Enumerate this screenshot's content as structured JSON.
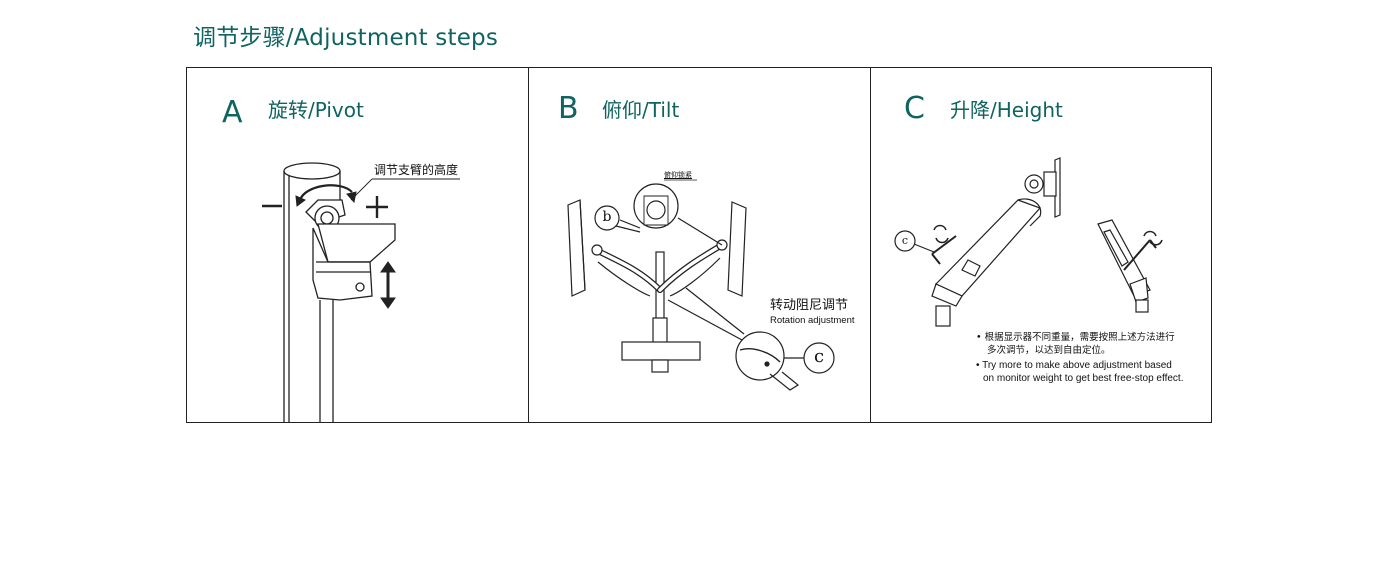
{
  "page": {
    "title": "调节步骤/Adjustment steps"
  },
  "panels": [
    {
      "letter": "A",
      "name": "旋转/Pivot",
      "callout": "调节支臂的高度",
      "minus_symbol": "−",
      "plus_symbol": "+"
    },
    {
      "letter": "B",
      "name": "俯仰/Tilt",
      "callout_small": "俯仰锁紧",
      "marker_b": "b",
      "marker_c": "c",
      "label_cn": "转动阻尼调节",
      "label_en": "Rotation adjustment"
    },
    {
      "letter": "C",
      "name": "升降/Height",
      "marker_c": "c",
      "tip_cn_line1": "• 根据显示器不同重量，需要按照上述方法进行",
      "tip_cn_line2": "多次调节，以达到自由定位。",
      "tip_en_line1": "• Try more to make above adjustment based",
      "tip_en_line2": "on monitor weight to get best free-stop effect."
    }
  ],
  "colors": {
    "accent": "#0f6461",
    "line": "#222222"
  }
}
